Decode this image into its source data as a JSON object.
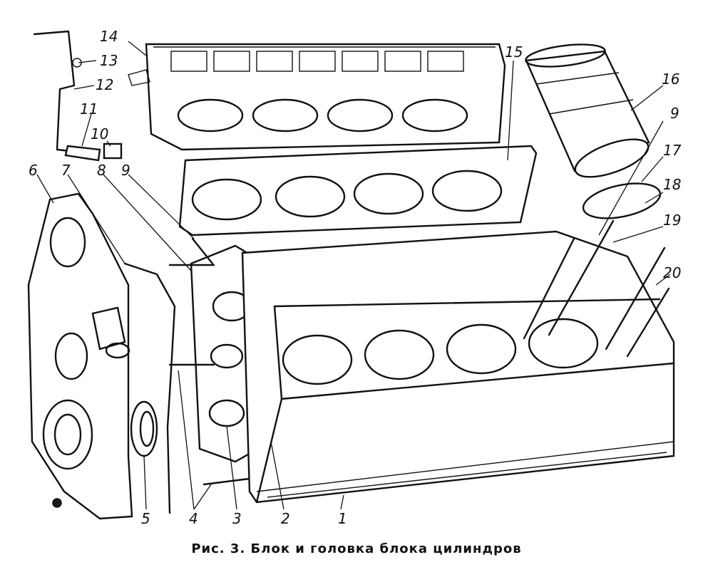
{
  "caption": "Рис. 3. Блок и головка блока цилиндров",
  "callouts": {
    "n1": "1",
    "n2": "2",
    "n3": "3",
    "n4": "4",
    "n5": "5",
    "n6": "6",
    "n7": "7",
    "n8": "8",
    "n9a": "9",
    "n9b": "9",
    "n10": "10",
    "n11": "11",
    "n12": "12",
    "n13": "13",
    "n14": "14",
    "n15": "15",
    "n16": "16",
    "n17": "17",
    "n18": "18",
    "n19": "19",
    "n20": "20"
  },
  "colors": {
    "ink": "#111111",
    "paper": "#ffffff"
  }
}
